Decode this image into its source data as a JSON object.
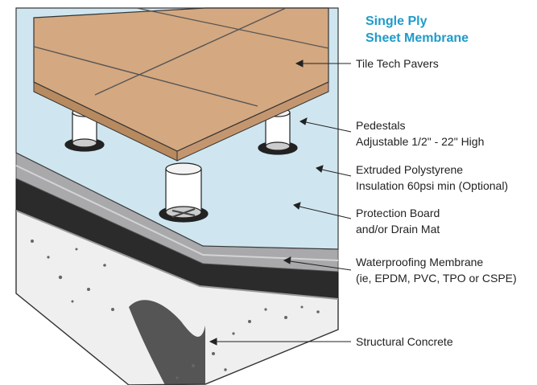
{
  "title": {
    "line1": "Single Ply",
    "line2": "Sheet Membrane"
  },
  "labels": {
    "pavers": "Tile Tech Pavers",
    "pedestals_1": "Pedestals",
    "pedestals_2": "Adjustable 1/2\" - 22\" High",
    "insulation_1": "Extruded Polystyrene",
    "insulation_2": "Insulation 60psi min (Optional)",
    "protection_1": "Protection Board",
    "protection_2": "and/or Drain Mat",
    "waterproofing_1": "Waterproofing Membrane",
    "waterproofing_2": "(ie, EPDM, PVC, TPO or CSPE)",
    "concrete": "Structural Concrete"
  },
  "colors": {
    "title": "#1f9bc9",
    "paver": "#d4a880",
    "insulation": "#cfe6f0",
    "protection": "#a9a9ab",
    "membrane": "#2b2b2b",
    "concrete": "#ededed"
  }
}
